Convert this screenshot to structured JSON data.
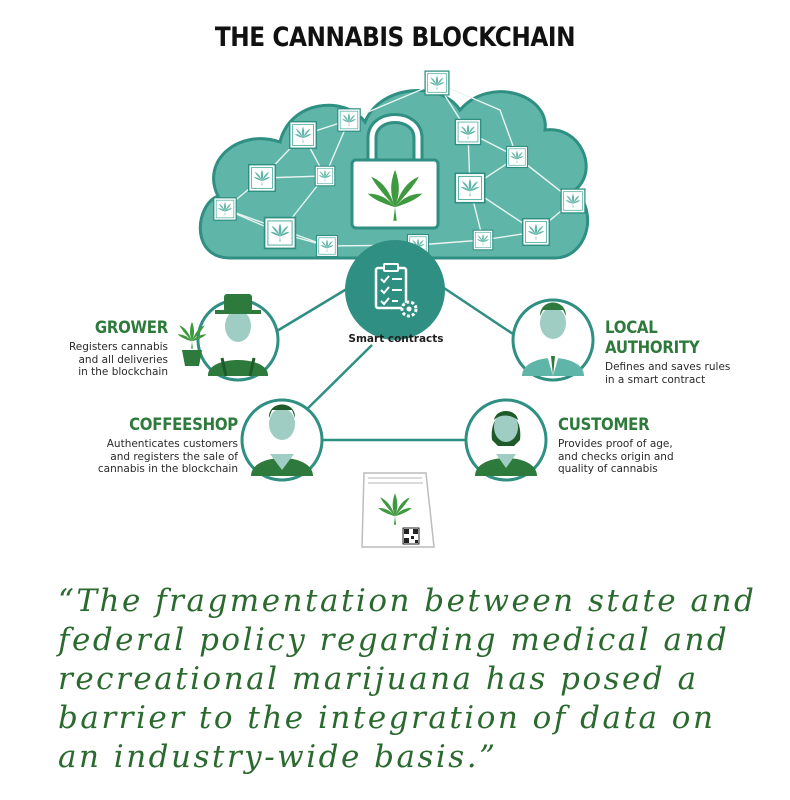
{
  "title": "THE CANNABIS BLOCKCHAIN",
  "center": {
    "label": "Smart contracts",
    "icon": "clipboard-gear-icon"
  },
  "roles": [
    {
      "id": "grower",
      "name": "GROWER",
      "lines": [
        "Registers cannabis",
        "and all deliveries",
        "in the blockchain"
      ]
    },
    {
      "id": "local-authority",
      "name": "LOCAL AUTHORITY",
      "lines": [
        "Defines and saves rules",
        "in a smart contract"
      ]
    },
    {
      "id": "coffeeshop",
      "name": "COFFEESHOP",
      "lines": [
        "Authenticates customers",
        "and registers the sale of",
        "cannabis in the blockchain"
      ]
    },
    {
      "id": "customer",
      "name": "CUSTOMER",
      "lines": [
        "Provides proof of age,",
        "and checks origin and",
        "quality of cannabis"
      ]
    }
  ],
  "quote_lines": [
    "“The fragmentation between state and",
    "federal policy regarding medical and",
    "recreational marijuana has posed a",
    "barrier to the integration of data on",
    "an industry-wide basis.”"
  ],
  "colors": {
    "cloud": "#5fb5a7",
    "cloud_dark": "#2f8f82",
    "green": "#2e7a3c",
    "leaf": "#3f9a3f",
    "skin": "#9fcdc3"
  },
  "icons": [
    "cloud-icon",
    "padlock-icon",
    "cannabis-leaf-icon",
    "clipboard-gear-icon",
    "qr-code-icon",
    "bag-icon"
  ]
}
